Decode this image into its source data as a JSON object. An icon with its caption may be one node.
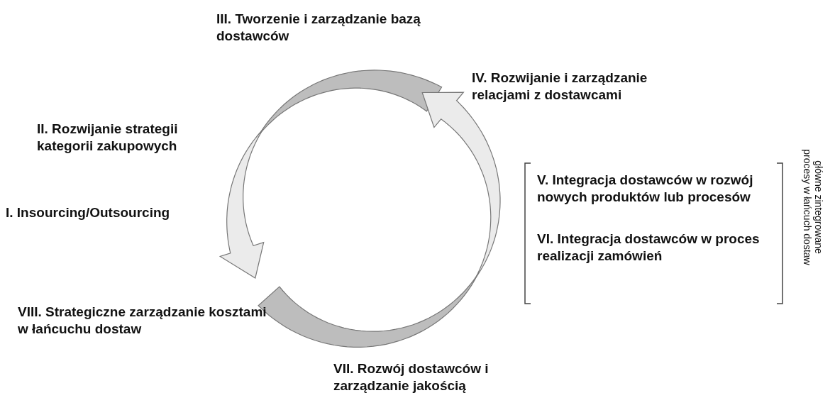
{
  "diagram": {
    "labels": [
      "III. Tworzenie i zarządzanie bazą dostawców",
      "IV. Rozwijanie i zarządzanie relacjami z dostawcami",
      "II. Rozwijanie strategii kategorii zakupowych",
      "V. Integracja dostawców w rozwój nowych produktów lub procesów",
      "I. Insourcing/Outsourcing",
      "VI. Integracja dostawców w proces realizacji zamówień",
      "główne zintegrowane procesy w łańcuch dostaw",
      "VIII. Strategiczne zarządzanie kosztami w łańcuchu dostaw",
      "VII. Rozwój dostawców i zarządzanie jakością"
    ]
  }
}
